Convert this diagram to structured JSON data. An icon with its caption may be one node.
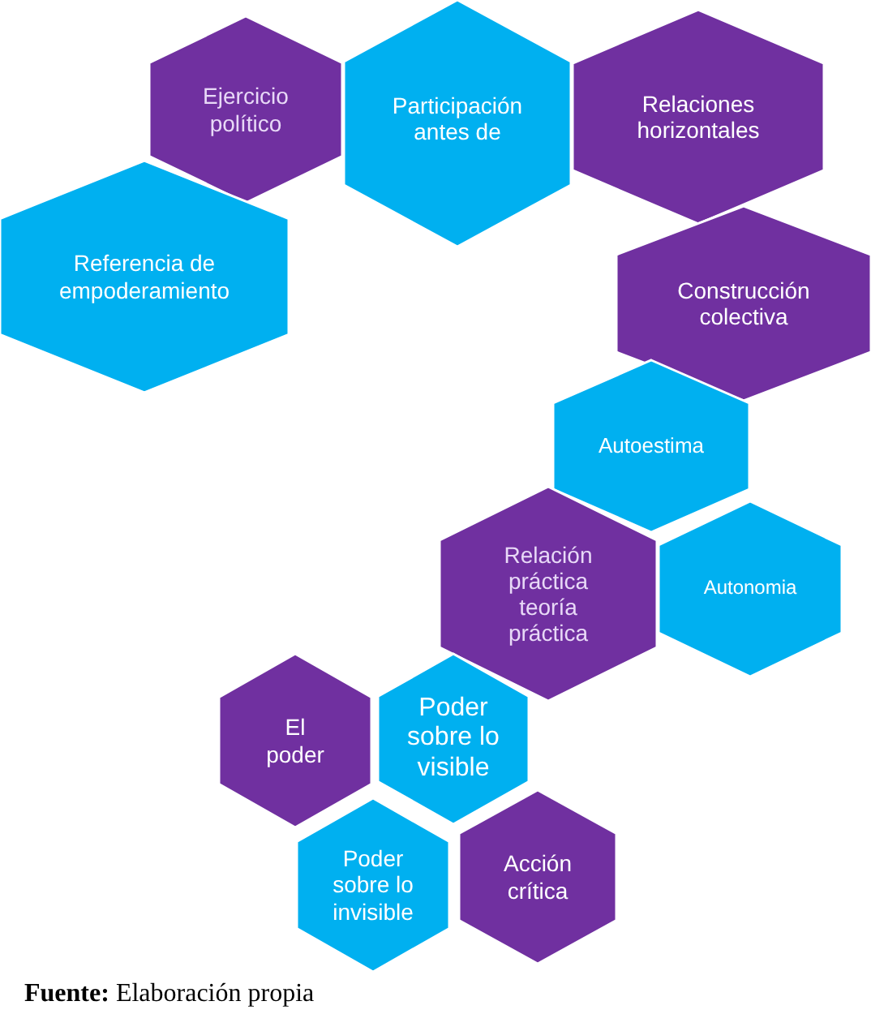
{
  "diagram": {
    "caption": "**Fuente:** Elaboración propia",
    "nodes": [
      {
        "text": [
          "Ejercicio político"
        ]
      },
      {
        "text": [
          "Participación antes de"
        ]
      },
      {
        "text": [
          "Relaciones horizontales"
        ]
      },
      {
        "text": [
          "Referencia de empoderamiento"
        ]
      },
      {
        "text": [
          "Construcción colectiva"
        ]
      },
      {
        "text": [
          "Autoestima"
        ]
      },
      {
        "text": [
          "Relación práctica teoría práctica"
        ]
      },
      {
        "text": [
          "Autonomia"
        ]
      },
      {
        "text": [
          "El poder"
        ]
      },
      {
        "text": [
          "Poder sobre lo visible"
        ]
      },
      {
        "text": [
          "Poder sobre lo invisible"
        ]
      },
      {
        "text": [
          "Acción crítica"
        ]
      }
    ]
  }
}
